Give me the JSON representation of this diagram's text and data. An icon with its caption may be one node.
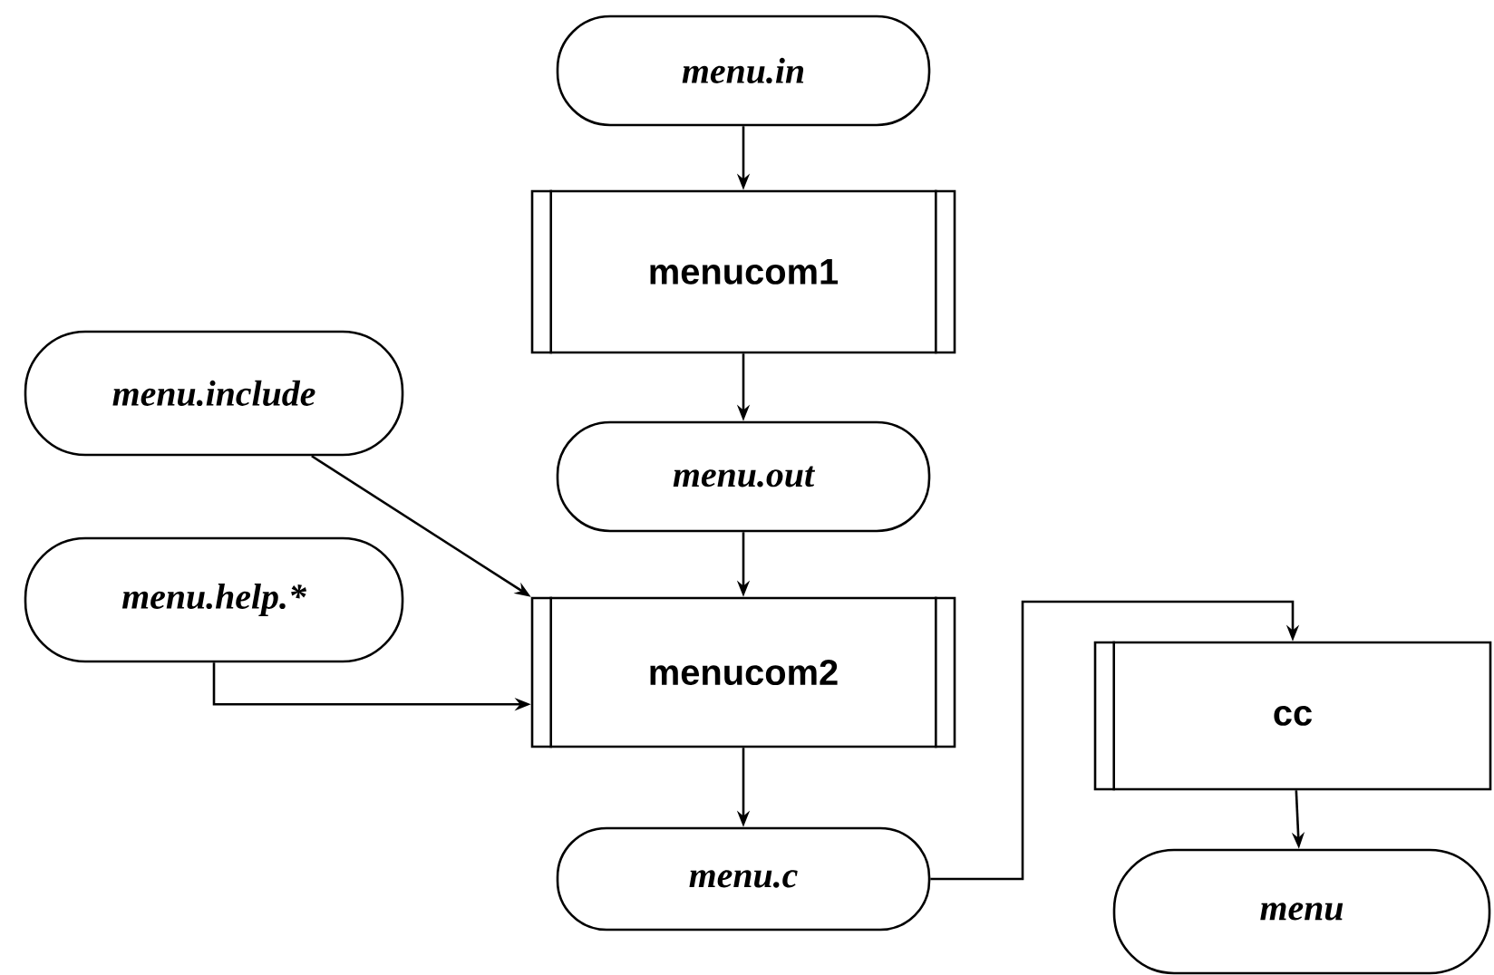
{
  "diagram": {
    "nodes": [
      {
        "text": [
          "menu.in"
        ]
      },
      {
        "text": [
          "menucom1"
        ]
      },
      {
        "text": [
          "menu.include"
        ]
      },
      {
        "text": [
          "menu.out"
        ]
      },
      {
        "text": [
          "menu.help.*"
        ]
      },
      {
        "text": [
          "menucom2"
        ]
      },
      {
        "text": [
          "cc"
        ]
      },
      {
        "text": [
          "menu.c"
        ]
      },
      {
        "text": [
          "menu"
        ]
      }
    ],
    "edges": [
      {
        "from": 0,
        "to": 1,
        "arrow": "to"
      },
      {
        "from": 1,
        "to": 3,
        "arrow": "to"
      },
      {
        "from": 2,
        "to": 5,
        "arrow": "to"
      },
      {
        "from": 3,
        "to": 5,
        "arrow": "to"
      },
      {
        "from": 4,
        "to": 5,
        "arrow": "to"
      },
      {
        "from": 5,
        "to": 7,
        "arrow": "to"
      },
      {
        "from": 7,
        "to": 6,
        "arrow": "to"
      },
      {
        "from": 6,
        "to": 8,
        "arrow": "to"
      }
    ]
  }
}
